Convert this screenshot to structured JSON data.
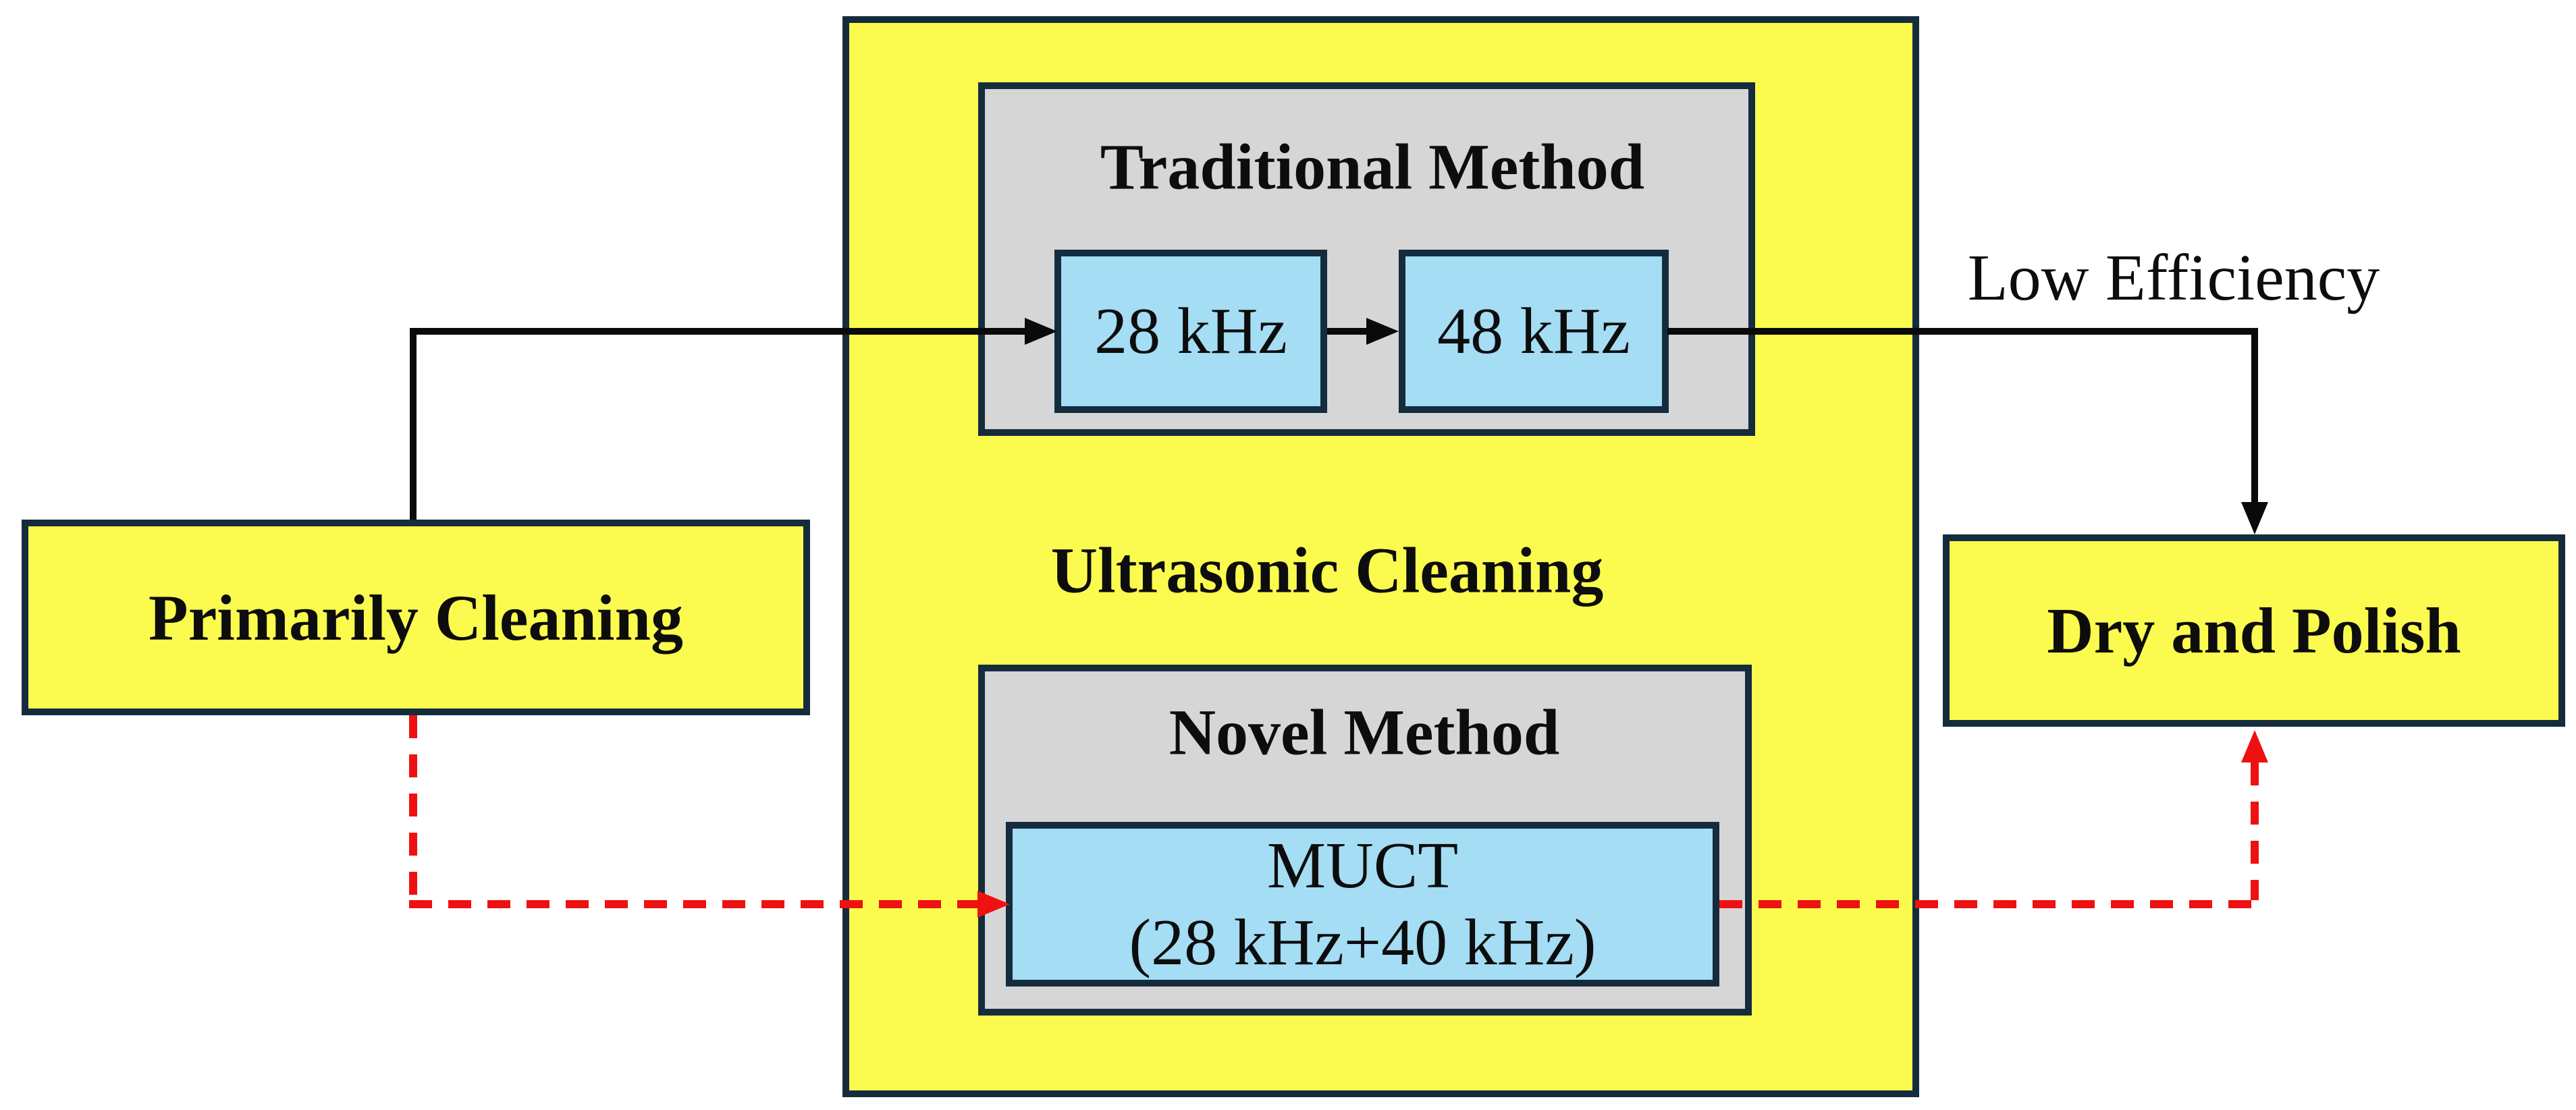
{
  "nodes": {
    "primarily_cleaning": "Primarily Cleaning",
    "ultrasonic_cleaning": "Ultrasonic Cleaning",
    "traditional_method": "Traditional Method",
    "freq_28khz": "28 kHz",
    "freq_48khz": "48 kHz",
    "novel_method": "Novel Method",
    "muct_line1": "MUCT",
    "muct_line2": "(28 kHz+40 kHz)",
    "dry_and_polish": "Dry and Polish"
  },
  "annotations": {
    "low_efficiency": "Low Efficiency"
  },
  "colors": {
    "node_fill_yellow": "#fbfb4f",
    "node_fill_blue": "#a4ddf4",
    "node_fill_gray": "#d6d6d6",
    "border_dark": "#142c3d",
    "traditional_flow_line": "#0a0a0a",
    "novel_flow_line": "#ee1111"
  }
}
